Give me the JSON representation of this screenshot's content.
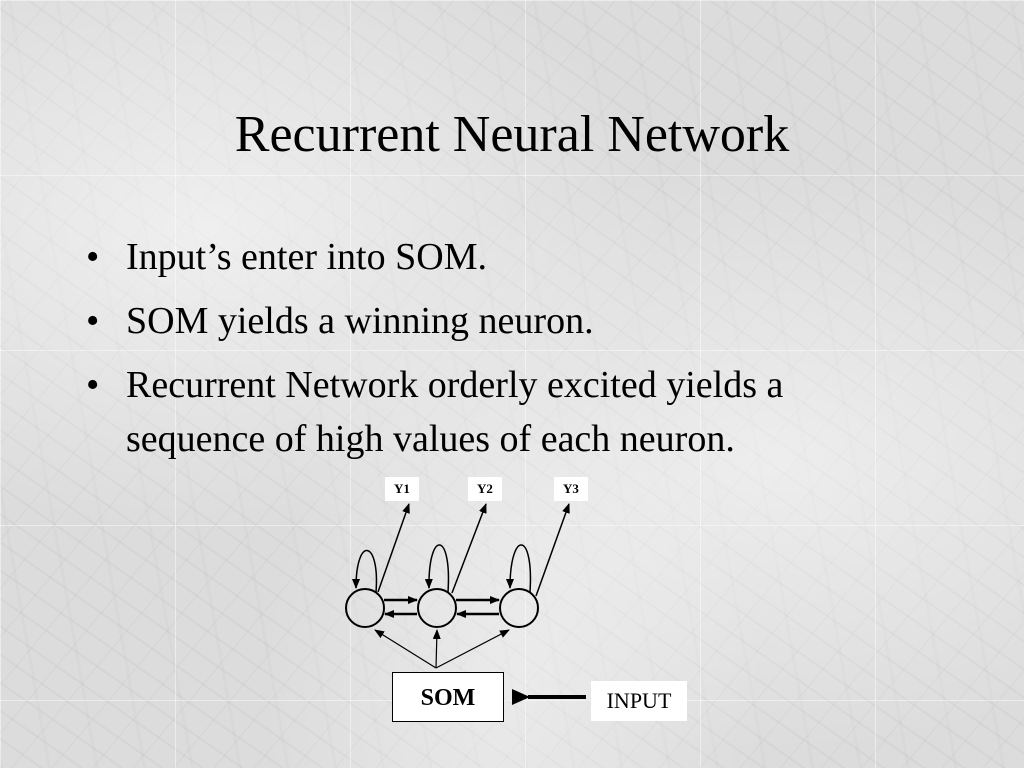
{
  "slide": {
    "title": "Recurrent Neural Network",
    "bullets": [
      {
        "text": "Input’s enter into SOM."
      },
      {
        "text": "SOM yields a winning neuron."
      },
      {
        "lines": [
          "Recurrent Network orderly excited yields a",
          "sequence of high values of each neuron."
        ]
      }
    ]
  },
  "diagram": {
    "outputs": [
      "Y1",
      "Y2",
      "Y3"
    ],
    "som_label": "SOM",
    "input_label": "INPUT"
  }
}
